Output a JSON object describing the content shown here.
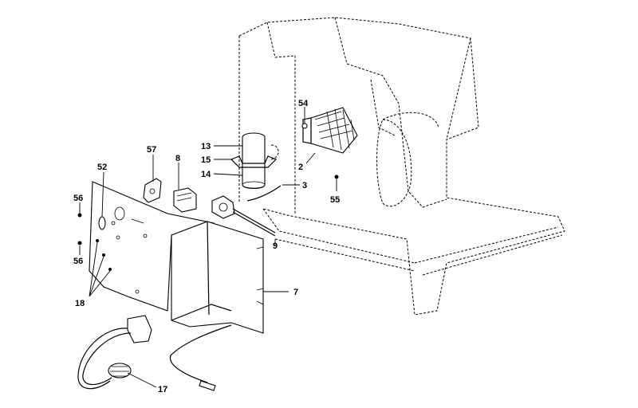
{
  "parts": [
    {
      "id": "label-13",
      "text": "13"
    },
    {
      "id": "label-15",
      "text": "15"
    },
    {
      "id": "label-14",
      "text": "14"
    },
    {
      "id": "label-54",
      "text": "54"
    },
    {
      "id": "label-2",
      "text": "2"
    },
    {
      "id": "label-55",
      "text": "55"
    },
    {
      "id": "label-3",
      "text": "3"
    },
    {
      "id": "label-57",
      "text": "57"
    },
    {
      "id": "label-8",
      "text": "8"
    },
    {
      "id": "label-52",
      "text": "52"
    },
    {
      "id": "label-56a",
      "text": "56"
    },
    {
      "id": "label-56b",
      "text": "56"
    },
    {
      "id": "label-9",
      "text": "9"
    },
    {
      "id": "label-7",
      "text": "7"
    },
    {
      "id": "label-18",
      "text": "18"
    },
    {
      "id": "label-17",
      "text": "17"
    }
  ]
}
